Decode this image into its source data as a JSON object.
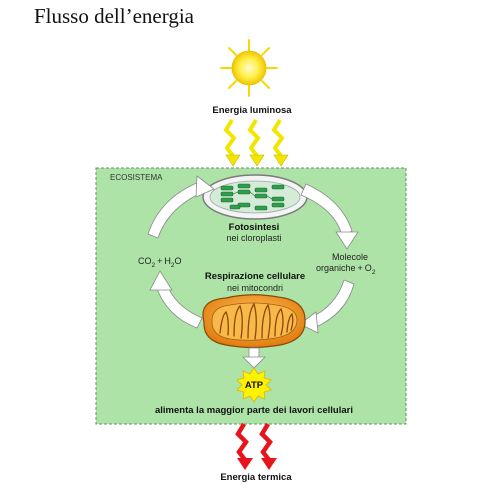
{
  "title": "Flusso dell’energia",
  "energy_in": "Energia luminosa",
  "energy_out": "Energia termica",
  "ecosystem_label": "ECOSISTEMA",
  "photosynthesis": {
    "name": "Fotosintesi",
    "location": "nei cloroplasti"
  },
  "respiration": {
    "name": "Respirazione cellulare",
    "location": "nei mitocondri"
  },
  "left_inputs": {
    "co2": "CO",
    "co2_sub": "2",
    "plus": "+",
    "h2o_h": "H",
    "h2o_sub": "2",
    "h2o_o": "O"
  },
  "right_outputs": {
    "line1": "Molecole",
    "line2": "organiche",
    "plus": "+",
    "o2": "O",
    "o2_sub": "2"
  },
  "atp": "ATP",
  "atp_use": "alimenta la maggior parte dei lavori cellulari",
  "colors": {
    "ecosystem_fill": "#aee3a8",
    "sun": "#ffe600",
    "light_arrows": "#f2e600",
    "heat_arrows": "#e8141c",
    "mitochondrion": "#f09a1e",
    "chloroplast": "#2e9e4a"
  },
  "icons": [
    "sun-icon",
    "chloroplast-icon",
    "mitochondrion-icon",
    "atp-starburst-icon"
  ]
}
